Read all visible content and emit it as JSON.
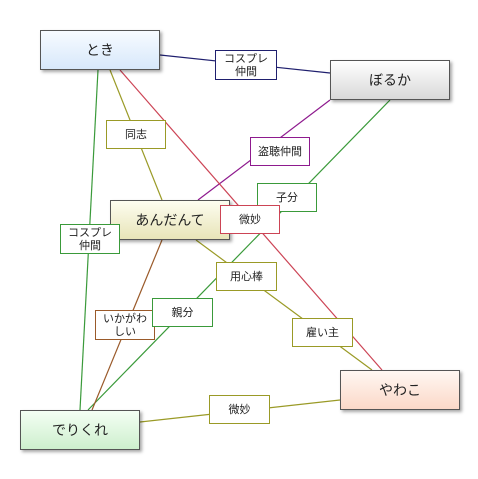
{
  "nodes": {
    "toki": "とき",
    "boruka": "ぼるか",
    "andante": "あんだんて",
    "yawako": "やわこ",
    "derikure": "でりくれ"
  },
  "relations": {
    "toki_boruka": "コスプレ仲間",
    "toki_andante": "同志",
    "boruka_andante": "盗聴仲間",
    "boruka_derikure": "子分",
    "toki_yawako": "微妙",
    "toki_derikure": "コスプレ仲間",
    "andante_yawako_employment": "用心棒",
    "andante_derikure": "いかがわしい",
    "derikure_boruka_parent": "親分",
    "andante_yawako_employer": "雇い主",
    "derikure_yawako": "微妙"
  },
  "colors": {
    "navy": "#1f1f6e",
    "olive": "#9a9a26",
    "purple": "#8e1a8e",
    "green": "#3a9a3a",
    "red": "#cc4455",
    "brown": "#9a5a2a"
  }
}
